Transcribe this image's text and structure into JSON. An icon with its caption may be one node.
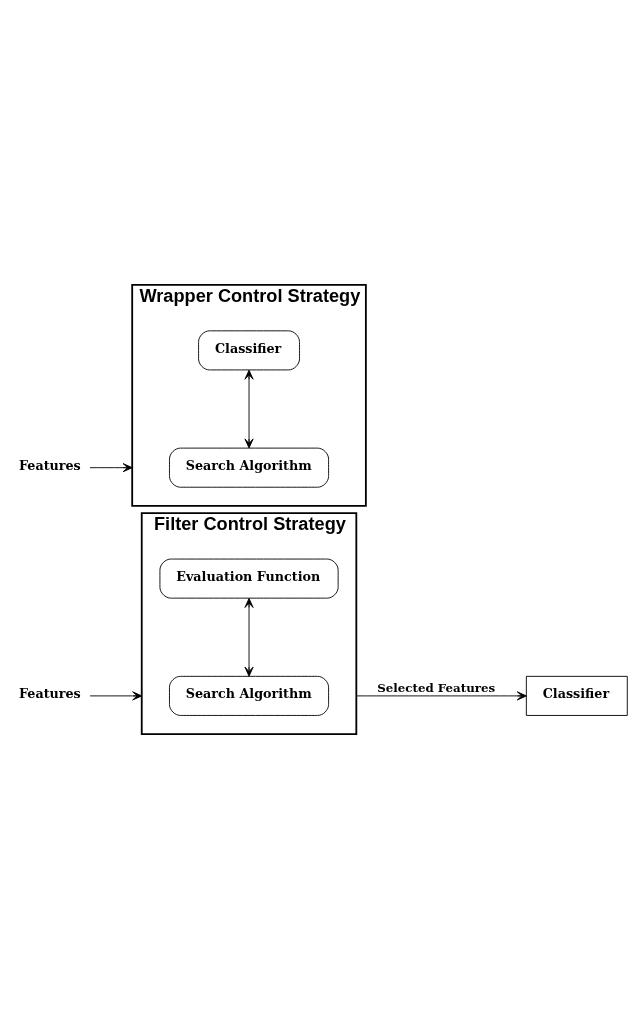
{
  "diagram": {
    "nodes": [
      {
        "text": [
          "Filter Control Strategy"
        ]
      },
      {
        "text": [
          "Search Algorithm"
        ],
        "in": 0
      },
      {
        "text": [
          "Evaluation Function"
        ],
        "in": 0
      },
      {
        "text": [
          "Features"
        ]
      },
      {
        "text": [
          "Classifier"
        ]
      },
      {
        "text": [
          "Wrapper Control Strategy"
        ]
      },
      {
        "text": [
          "Search Algorithm"
        ],
        "in": 5
      },
      {
        "text": [
          "Classifier"
        ],
        "in": 5
      },
      {
        "text": [
          "Features"
        ]
      }
    ],
    "edges": [
      {
        "from": 3,
        "to": 0,
        "arrow": "to"
      },
      {
        "from": 1,
        "to": 2,
        "arrow": "both"
      },
      {
        "from": 0,
        "to": 4,
        "arrow": "to",
        "label": "Selected Features"
      },
      {
        "from": 8,
        "to": 5,
        "arrow": "to"
      },
      {
        "from": 6,
        "to": 7,
        "arrow": "both"
      }
    ]
  }
}
